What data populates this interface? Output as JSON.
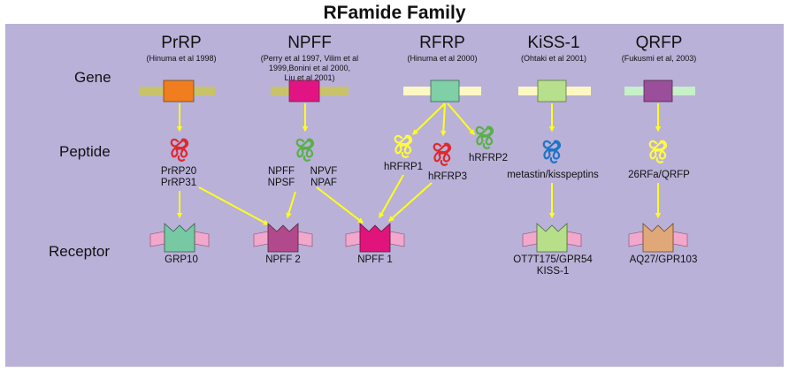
{
  "title": "RFamide Family",
  "rows": {
    "gene": "Gene",
    "peptide": "Peptide",
    "receptor": "Receptor"
  },
  "families": [
    {
      "name": "PrRP",
      "ref": "(Hinuma et al 1998)",
      "gene_color": "#f07d1e"
    },
    {
      "name": "NPFF",
      "ref": "(Perry et al 1997, Vilim et al\n1999,Bonini et al 2000,\nLiu et al 2001)",
      "gene_color": "#e21382"
    },
    {
      "name": "RFRP",
      "ref": "(Hinuma et al 2000)",
      "gene_color": "#7fcfa7"
    },
    {
      "name": "KiSS-1",
      "ref": "(Ohtaki et al 2001)",
      "gene_color": "#b8e08c"
    },
    {
      "name": "QRFP",
      "ref": "(Fukusmi et al, 2003)",
      "gene_color": "#9b4f9a"
    }
  ],
  "peptides": {
    "prrp": "PrRP20\nPrRP31",
    "npff_left": "NPFF\nNPSF",
    "npff_right": "NPVF\nNPAF",
    "hrfrp1": "hRFRP1",
    "hrfrp2": "hRFRP2",
    "hrfrp3": "hRFRP3",
    "kiss": "metastin/kisspeptins",
    "qrfp": "26RFa/QRFP"
  },
  "receptors": [
    {
      "name": "GRP10",
      "color": "#76c9a2"
    },
    {
      "name": "NPFF 2",
      "color": "#b2498d"
    },
    {
      "name": "NPFF 1",
      "color": "#e0147a"
    },
    {
      "name": "OT7T175/GPR54\nKISS-1",
      "color": "#b7df8a"
    },
    {
      "name": "AQ27/GPR103",
      "color": "#e0a878"
    }
  ],
  "colors": {
    "background": "#b9b1d8",
    "arrow": "#ffff1a",
    "membrane": "#f2a7cc",
    "peptide_red": "#e0282e",
    "peptide_green": "#58b046",
    "peptide_yellow": "#fffa40",
    "peptide_blue": "#1e74c8"
  }
}
